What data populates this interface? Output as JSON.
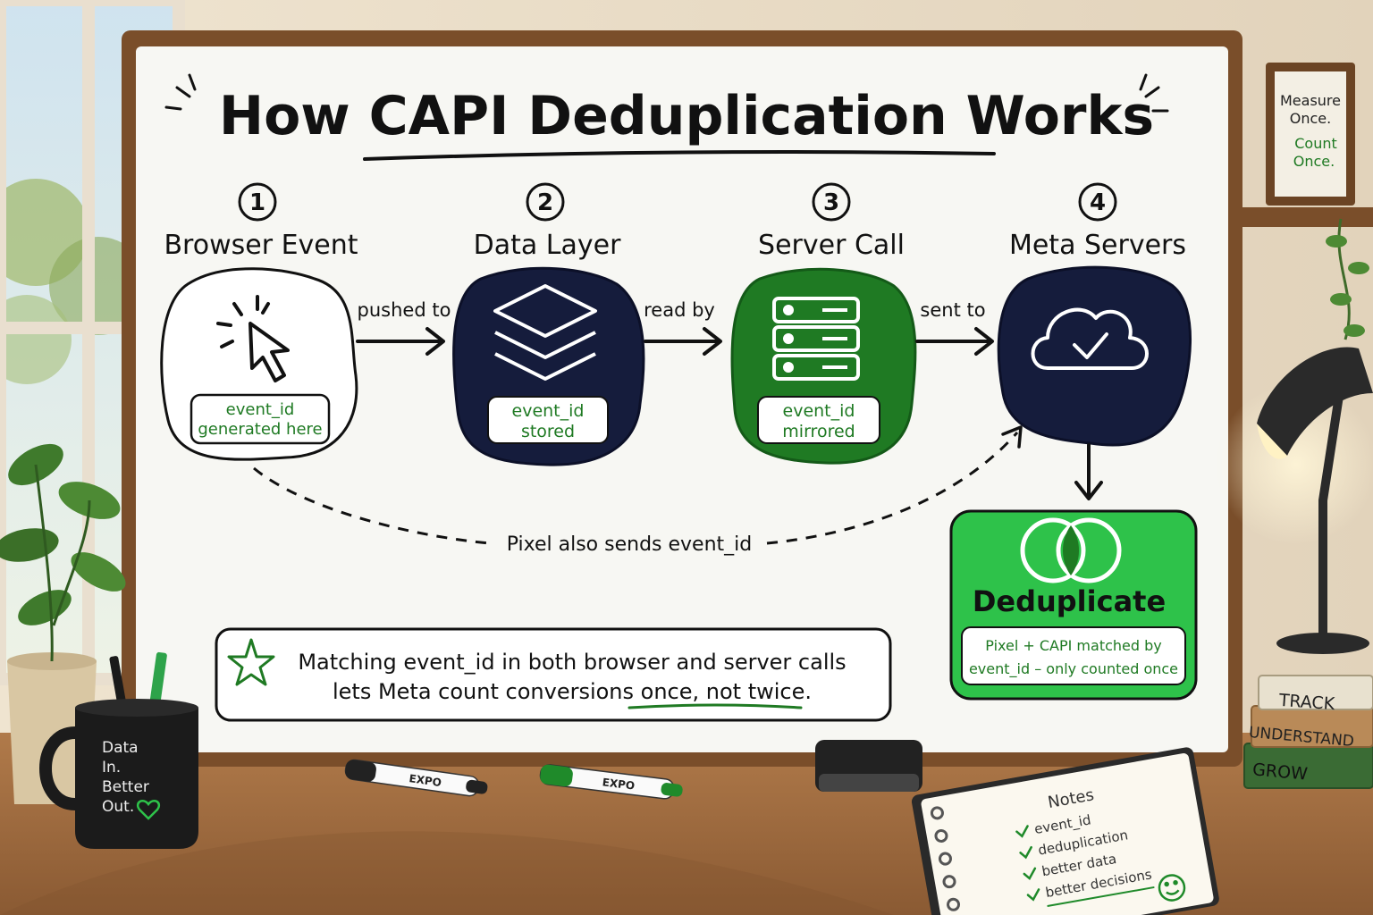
{
  "title": "How CAPI Deduplication Works",
  "steps": [
    {
      "number": "1",
      "label": "Browser Event",
      "tag_line1": "event_id",
      "tag_line2": "generated here"
    },
    {
      "number": "2",
      "label": "Data Layer",
      "tag_line1": "event_id",
      "tag_line2": "stored"
    },
    {
      "number": "3",
      "label": "Server Call",
      "tag_line1": "event_id",
      "tag_line2": "mirrored"
    },
    {
      "number": "4",
      "label": "Meta Servers"
    }
  ],
  "connectors": {
    "c1": "pushed to",
    "c2": "read by",
    "c3": "sent to"
  },
  "pixel_path_label": "Pixel also sends event_id",
  "dedup": {
    "title": "Deduplicate",
    "line1": "Pixel + CAPI matched by",
    "line2": "event_id – only counted once"
  },
  "callout": {
    "line1": "Matching event_id in both browser and server calls",
    "line2_prefix": "lets Meta count conversions ",
    "line2_emphasis": "once, not twice."
  },
  "frame_sign": {
    "line1": "Measure",
    "line2": "Once.",
    "line3": "Count",
    "line4": "Once."
  },
  "mug": {
    "line1": "Data",
    "line2": "In.",
    "line3": "Better",
    "line4": "Out."
  },
  "markers": {
    "m1": "EXPO",
    "m2": "EXPO"
  },
  "books": {
    "b1": "TRACK",
    "b2": "UNDERSTAND",
    "b3": "GROW"
  },
  "notebook": {
    "title": "Notes",
    "items": [
      "event_id",
      "deduplication",
      "better data",
      "better decisions"
    ]
  },
  "colors": {
    "navy": "#151c3c",
    "green": "#1f7a23",
    "bright_green": "#2ec24a",
    "text_green": "#1f7a23",
    "board": "#f6f6f2",
    "frame": "#7a4e2a"
  }
}
